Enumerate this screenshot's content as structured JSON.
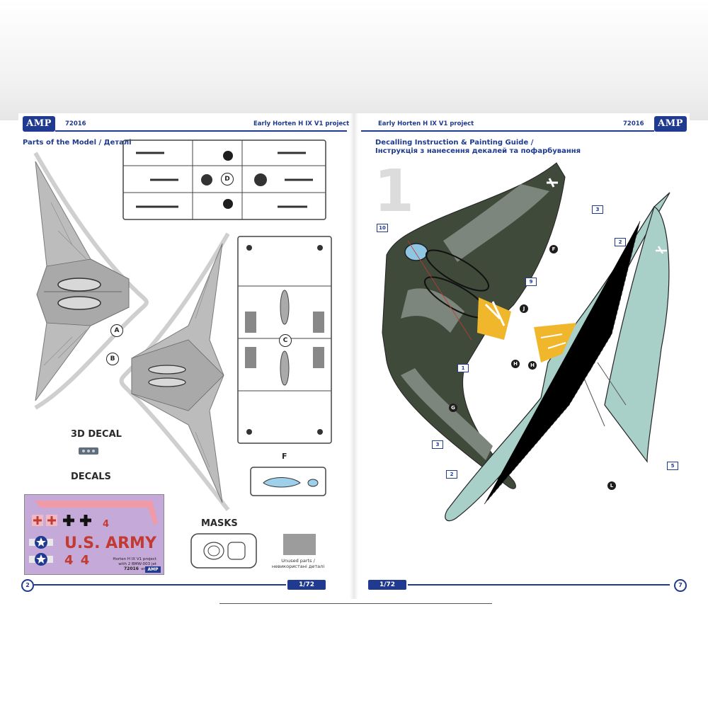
{
  "left_page": {
    "logo": "AMP",
    "catalog_no": "72016",
    "kit_title": "Early Horten H IX V1 project",
    "section_title": "Parts of the Model  / Деталі",
    "sprue_labels": [
      "A",
      "B",
      "C",
      "D",
      "F"
    ],
    "decal_3d_heading": "3D DECAL",
    "decals_heading": "DECALS",
    "masks_heading": "MASKS",
    "unused_parts_caption": "Unused parts /\nневикористані деталі",
    "decal_sheet": {
      "army_text": "U.S. ARMY",
      "four_small": "4",
      "four_pair": "4 4",
      "caption": "Horten H IX V1 project\nwith 2 BMW-003 jet engines",
      "code": "72016",
      "logo": "AMP"
    },
    "page_number": "2",
    "scale": "1/72"
  },
  "right_page": {
    "logo": "AMP",
    "catalog_no": "72016",
    "kit_title": "Early Horten H IX V1 project",
    "section_title_en": "Decalling Instruction & Painting Guide /",
    "section_title_ua": "Інструкція з нанесення декалей та пофарбування",
    "step_number": "1",
    "decal_callouts": [
      "10",
      "3",
      "2",
      "9",
      "1",
      "3",
      "2",
      "5"
    ],
    "color_pointers": [
      "F",
      "J",
      "H",
      "H",
      "G",
      "L"
    ],
    "page_number": "7",
    "scale": "1/72"
  },
  "colors": {
    "brand_blue": "#1f3a8f",
    "camo_dark_green": "#3f4a3a",
    "camo_gray": "#7d867d",
    "underside_light_blue": "#a9cfc9",
    "plastic_gray": "#bdbdbd",
    "stripe_yellow": "#f1b72c",
    "decal_sheet_lilac": "#c5a9d9",
    "decal_red": "#c23a30"
  }
}
